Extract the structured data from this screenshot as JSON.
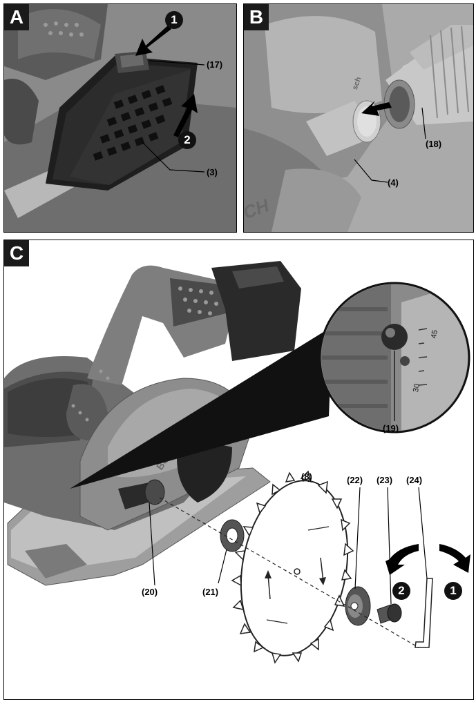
{
  "panels": {
    "a": {
      "tag": "A",
      "labels": {
        "battery_lock": "(17)",
        "battery": "(3)"
      },
      "steps": {
        "first": "1",
        "second": "2"
      }
    },
    "b": {
      "tag": "B",
      "labels": {
        "chip_ejector": "(4)",
        "vacuum_hose": "(18)"
      },
      "brand_fragment": "CH",
      "brand_side": "sch"
    },
    "c": {
      "tag": "C",
      "labels": {
        "spindle_lock": "(19)",
        "saw_blade": "(8)",
        "clamping_flange": "(22)",
        "clamping_screw": "(23)",
        "hex_key": "(24)",
        "spindle_lock_button": "(20)",
        "mounting_flange": "(21)"
      },
      "scale": {
        "upper": "45",
        "lower": "30"
      },
      "housing_text": "BOSCH",
      "steps": {
        "first": "1",
        "second": "2"
      }
    }
  }
}
